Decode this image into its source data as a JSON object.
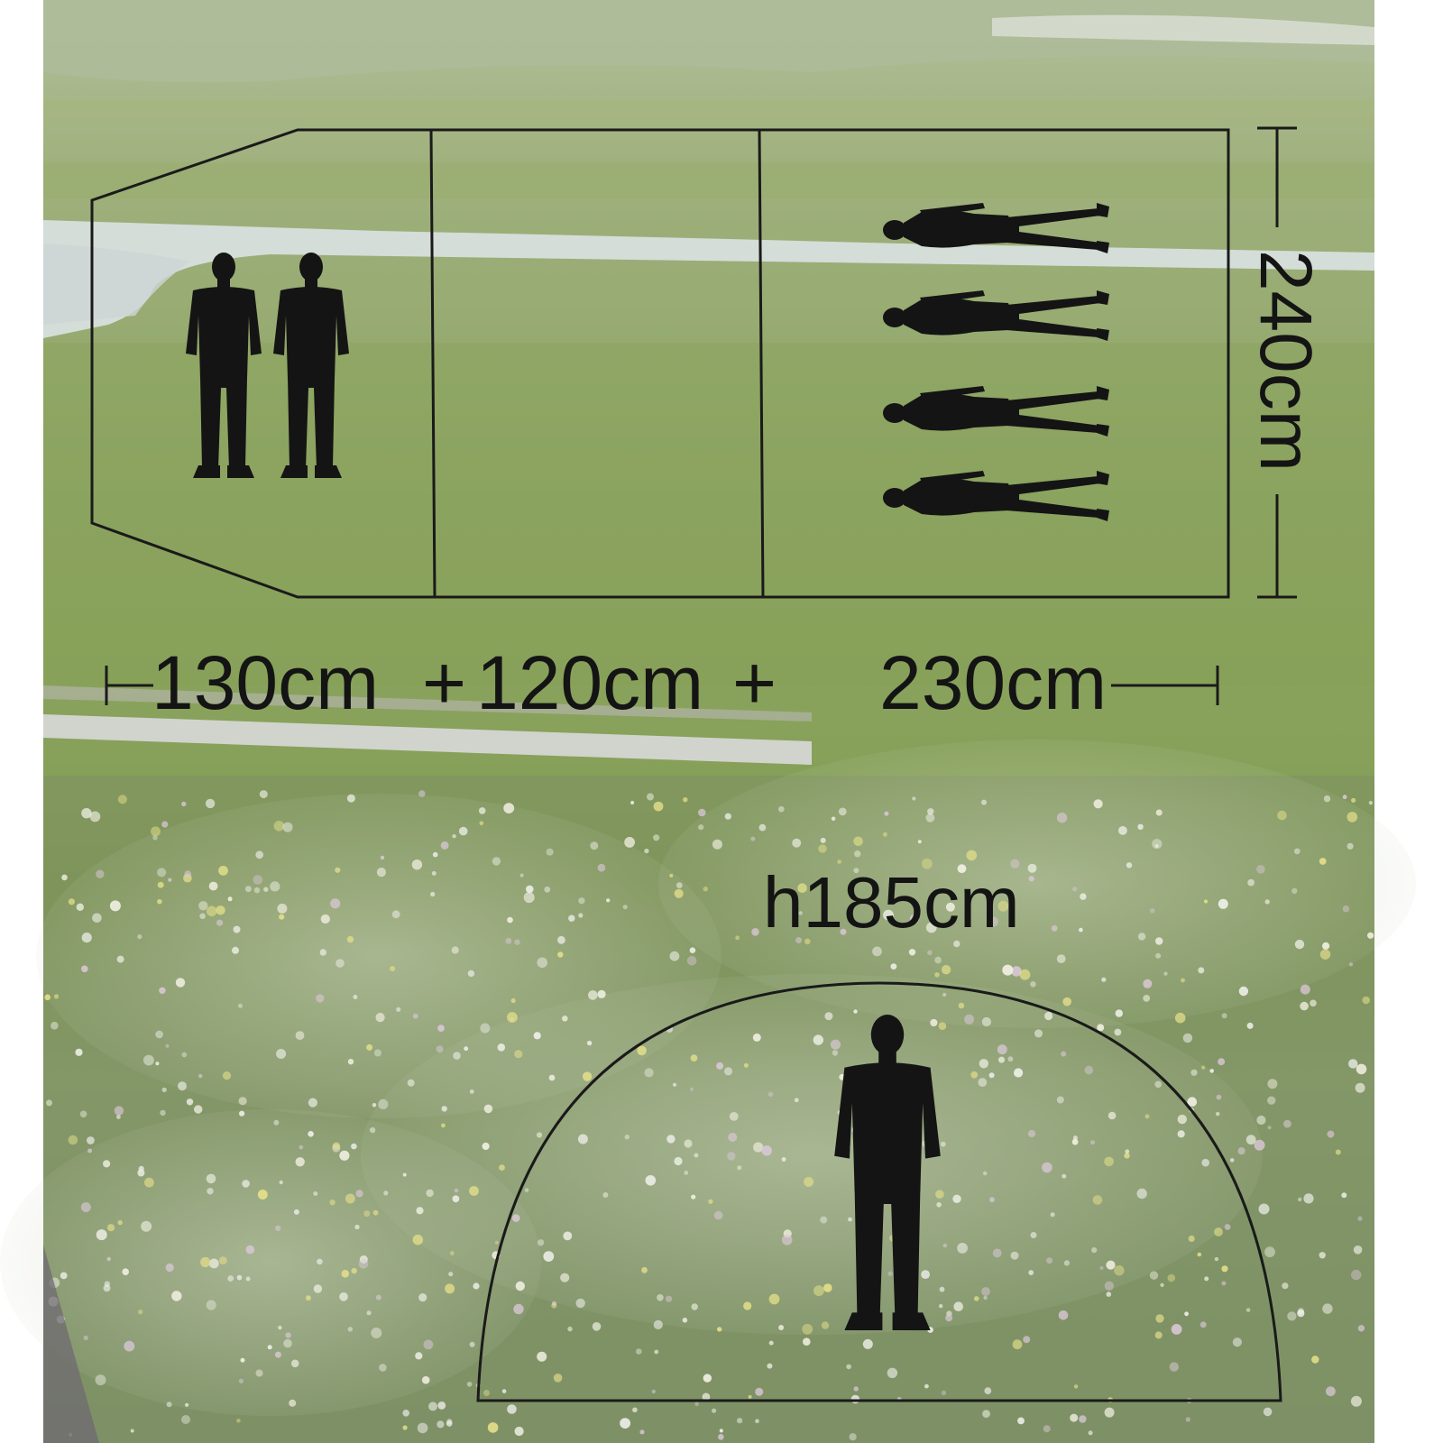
{
  "dimensions": {
    "vestibule_length": "130cm",
    "middle_length": "120cm",
    "bedroom_length": "230cm",
    "width": "240cm",
    "height": "h185cm",
    "separator": "+"
  },
  "colors": {
    "sky": "#a9b99a",
    "far_field": "#8fa668",
    "near_field": "#7e9a4e",
    "meadow": "#88a06a",
    "water": "#d8e0e0",
    "road": "#d2d5d2",
    "line": "#1a1a1a",
    "silhouette": "#141414"
  },
  "floor_plan": {
    "standing_people_count": 2,
    "sleeping_people_count": 4
  }
}
